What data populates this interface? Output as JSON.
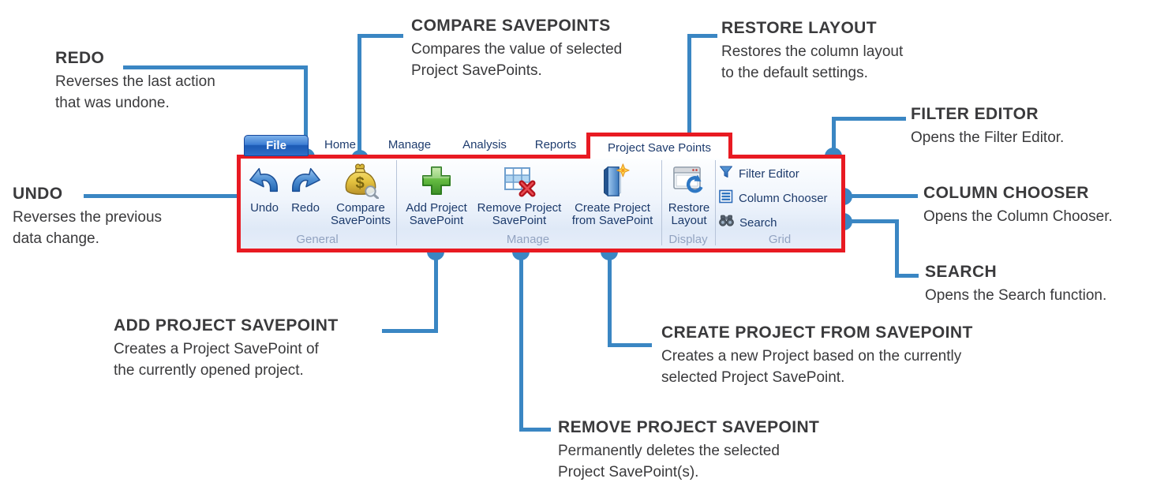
{
  "colors": {
    "accent_red": "#e81a22",
    "connector_blue": "#3a86c3",
    "tab_text": "#1e3c6e",
    "ribbon_label_text": "#1c3a6b",
    "group_label_text": "#92a3c1",
    "callout_text": "#3a3a3c"
  },
  "ribbon": {
    "file_tab": "File",
    "tabs": [
      {
        "label": "Home"
      },
      {
        "label": "Manage"
      },
      {
        "label": "Analysis"
      },
      {
        "label": "Reports"
      }
    ],
    "active_tab": "Project Save Points",
    "groups": [
      {
        "label": "General",
        "buttons": [
          {
            "label": "Undo",
            "icon": "undo-arrow-icon"
          },
          {
            "label": "Redo",
            "icon": "redo-arrow-icon"
          },
          {
            "label": "Compare SavePoints",
            "icon": "money-bag-magnifier-icon"
          }
        ]
      },
      {
        "label": "Manage",
        "buttons": [
          {
            "label": "Add Project SavePoint",
            "icon": "green-plus-icon"
          },
          {
            "label": "Remove Project SavePoint",
            "icon": "table-red-x-icon"
          },
          {
            "label": "Create Project from SavePoint",
            "icon": "book-new-icon"
          }
        ]
      },
      {
        "label": "Display",
        "buttons": [
          {
            "label": "Restore Layout",
            "icon": "window-refresh-icon"
          }
        ]
      },
      {
        "label": "Grid",
        "buttons": [
          {
            "label": "Filter Editor",
            "icon": "filter-funnel-icon"
          },
          {
            "label": "Column Chooser",
            "icon": "column-list-icon"
          },
          {
            "label": "Search",
            "icon": "binoculars-icon"
          }
        ]
      }
    ]
  },
  "callouts": {
    "redo": {
      "title": "REDO",
      "lines": [
        "Reverses the last action",
        "that was undone."
      ]
    },
    "undo": {
      "title": "UNDO",
      "lines": [
        "Reverses the previous",
        "data change."
      ]
    },
    "compare": {
      "title": "COMPARE SAVEPOINTS",
      "lines": [
        "Compares the value of selected",
        "Project SavePoints."
      ]
    },
    "restore": {
      "title": "RESTORE LAYOUT",
      "lines": [
        "Restores the column layout",
        "to the default settings."
      ]
    },
    "filter": {
      "title": "FILTER EDITOR",
      "lines": [
        "Opens the Filter Editor."
      ]
    },
    "column": {
      "title": "COLUMN CHOOSER",
      "lines": [
        "Opens the Column Chooser."
      ]
    },
    "search": {
      "title": "SEARCH",
      "lines": [
        "Opens the Search function."
      ]
    },
    "add": {
      "title": "ADD PROJECT SAVEPOINT",
      "lines": [
        "Creates a Project SavePoint of",
        "the currently opened project."
      ]
    },
    "create": {
      "title": "CREATE PROJECT FROM SAVEPOINT",
      "lines": [
        "Creates a new Project based on the currently",
        "selected Project SavePoint."
      ]
    },
    "remove": {
      "title": "REMOVE PROJECT SAVEPOINT",
      "lines": [
        "Permanently deletes the selected",
        "Project SavePoint(s)."
      ]
    }
  }
}
